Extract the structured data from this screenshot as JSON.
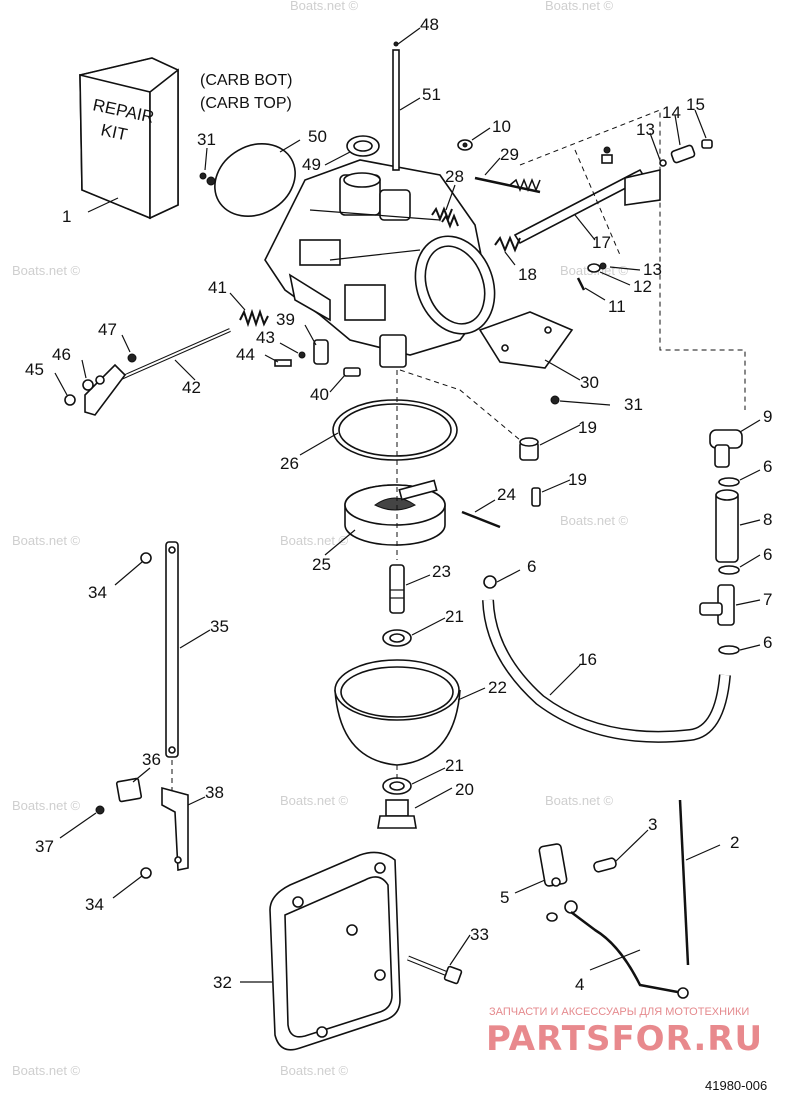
{
  "diagram": {
    "captions": {
      "carb_bot": "(CARB BOT)",
      "carb_top": "(CARB TOP)"
    },
    "repair_kit": {
      "line1": "REPAIR",
      "line2": "KIT"
    },
    "drawing_number": "41980-006",
    "watermark": "Boats.net ©",
    "branding": {
      "tagline": "ЗАПЧАСТИ И АКСЕССУАРЫ ДЛЯ МОТОТЕХНИКИ",
      "logo": "PARTSFOR.RU"
    },
    "callouts": [
      {
        "id": "c1",
        "text": "1"
      },
      {
        "id": "c2",
        "text": "2"
      },
      {
        "id": "c3",
        "text": "3"
      },
      {
        "id": "c4",
        "text": "4"
      },
      {
        "id": "c5",
        "text": "5"
      },
      {
        "id": "c6a",
        "text": "6"
      },
      {
        "id": "c6b",
        "text": "6"
      },
      {
        "id": "c6c",
        "text": "6"
      },
      {
        "id": "c6d",
        "text": "6"
      },
      {
        "id": "c7",
        "text": "7"
      },
      {
        "id": "c8",
        "text": "8"
      },
      {
        "id": "c9",
        "text": "9"
      },
      {
        "id": "c10",
        "text": "10"
      },
      {
        "id": "c11",
        "text": "11"
      },
      {
        "id": "c12",
        "text": "12"
      },
      {
        "id": "c13a",
        "text": "13"
      },
      {
        "id": "c13b",
        "text": "13"
      },
      {
        "id": "c14",
        "text": "14"
      },
      {
        "id": "c15",
        "text": "15"
      },
      {
        "id": "c16",
        "text": "16"
      },
      {
        "id": "c17",
        "text": "17"
      },
      {
        "id": "c18",
        "text": "18"
      },
      {
        "id": "c19a",
        "text": "19"
      },
      {
        "id": "c19b",
        "text": "19"
      },
      {
        "id": "c20",
        "text": "20"
      },
      {
        "id": "c21a",
        "text": "21"
      },
      {
        "id": "c21b",
        "text": "21"
      },
      {
        "id": "c22",
        "text": "22"
      },
      {
        "id": "c23",
        "text": "23"
      },
      {
        "id": "c24",
        "text": "24"
      },
      {
        "id": "c25",
        "text": "25"
      },
      {
        "id": "c26",
        "text": "26"
      },
      {
        "id": "c28",
        "text": "28"
      },
      {
        "id": "c29",
        "text": "29"
      },
      {
        "id": "c30",
        "text": "30"
      },
      {
        "id": "c31a",
        "text": "31"
      },
      {
        "id": "c31b",
        "text": "31"
      },
      {
        "id": "c32",
        "text": "32"
      },
      {
        "id": "c33",
        "text": "33"
      },
      {
        "id": "c34a",
        "text": "34"
      },
      {
        "id": "c34b",
        "text": "34"
      },
      {
        "id": "c35",
        "text": "35"
      },
      {
        "id": "c36",
        "text": "36"
      },
      {
        "id": "c37",
        "text": "37"
      },
      {
        "id": "c38",
        "text": "38"
      },
      {
        "id": "c39",
        "text": "39"
      },
      {
        "id": "c40",
        "text": "40"
      },
      {
        "id": "c41",
        "text": "41"
      },
      {
        "id": "c42",
        "text": "42"
      },
      {
        "id": "c43",
        "text": "43"
      },
      {
        "id": "c44",
        "text": "44"
      },
      {
        "id": "c45",
        "text": "45"
      },
      {
        "id": "c46",
        "text": "46"
      },
      {
        "id": "c47",
        "text": "47"
      },
      {
        "id": "c48",
        "text": "48"
      },
      {
        "id": "c49",
        "text": "49"
      },
      {
        "id": "c50",
        "text": "50"
      },
      {
        "id": "c51",
        "text": "51"
      }
    ]
  }
}
